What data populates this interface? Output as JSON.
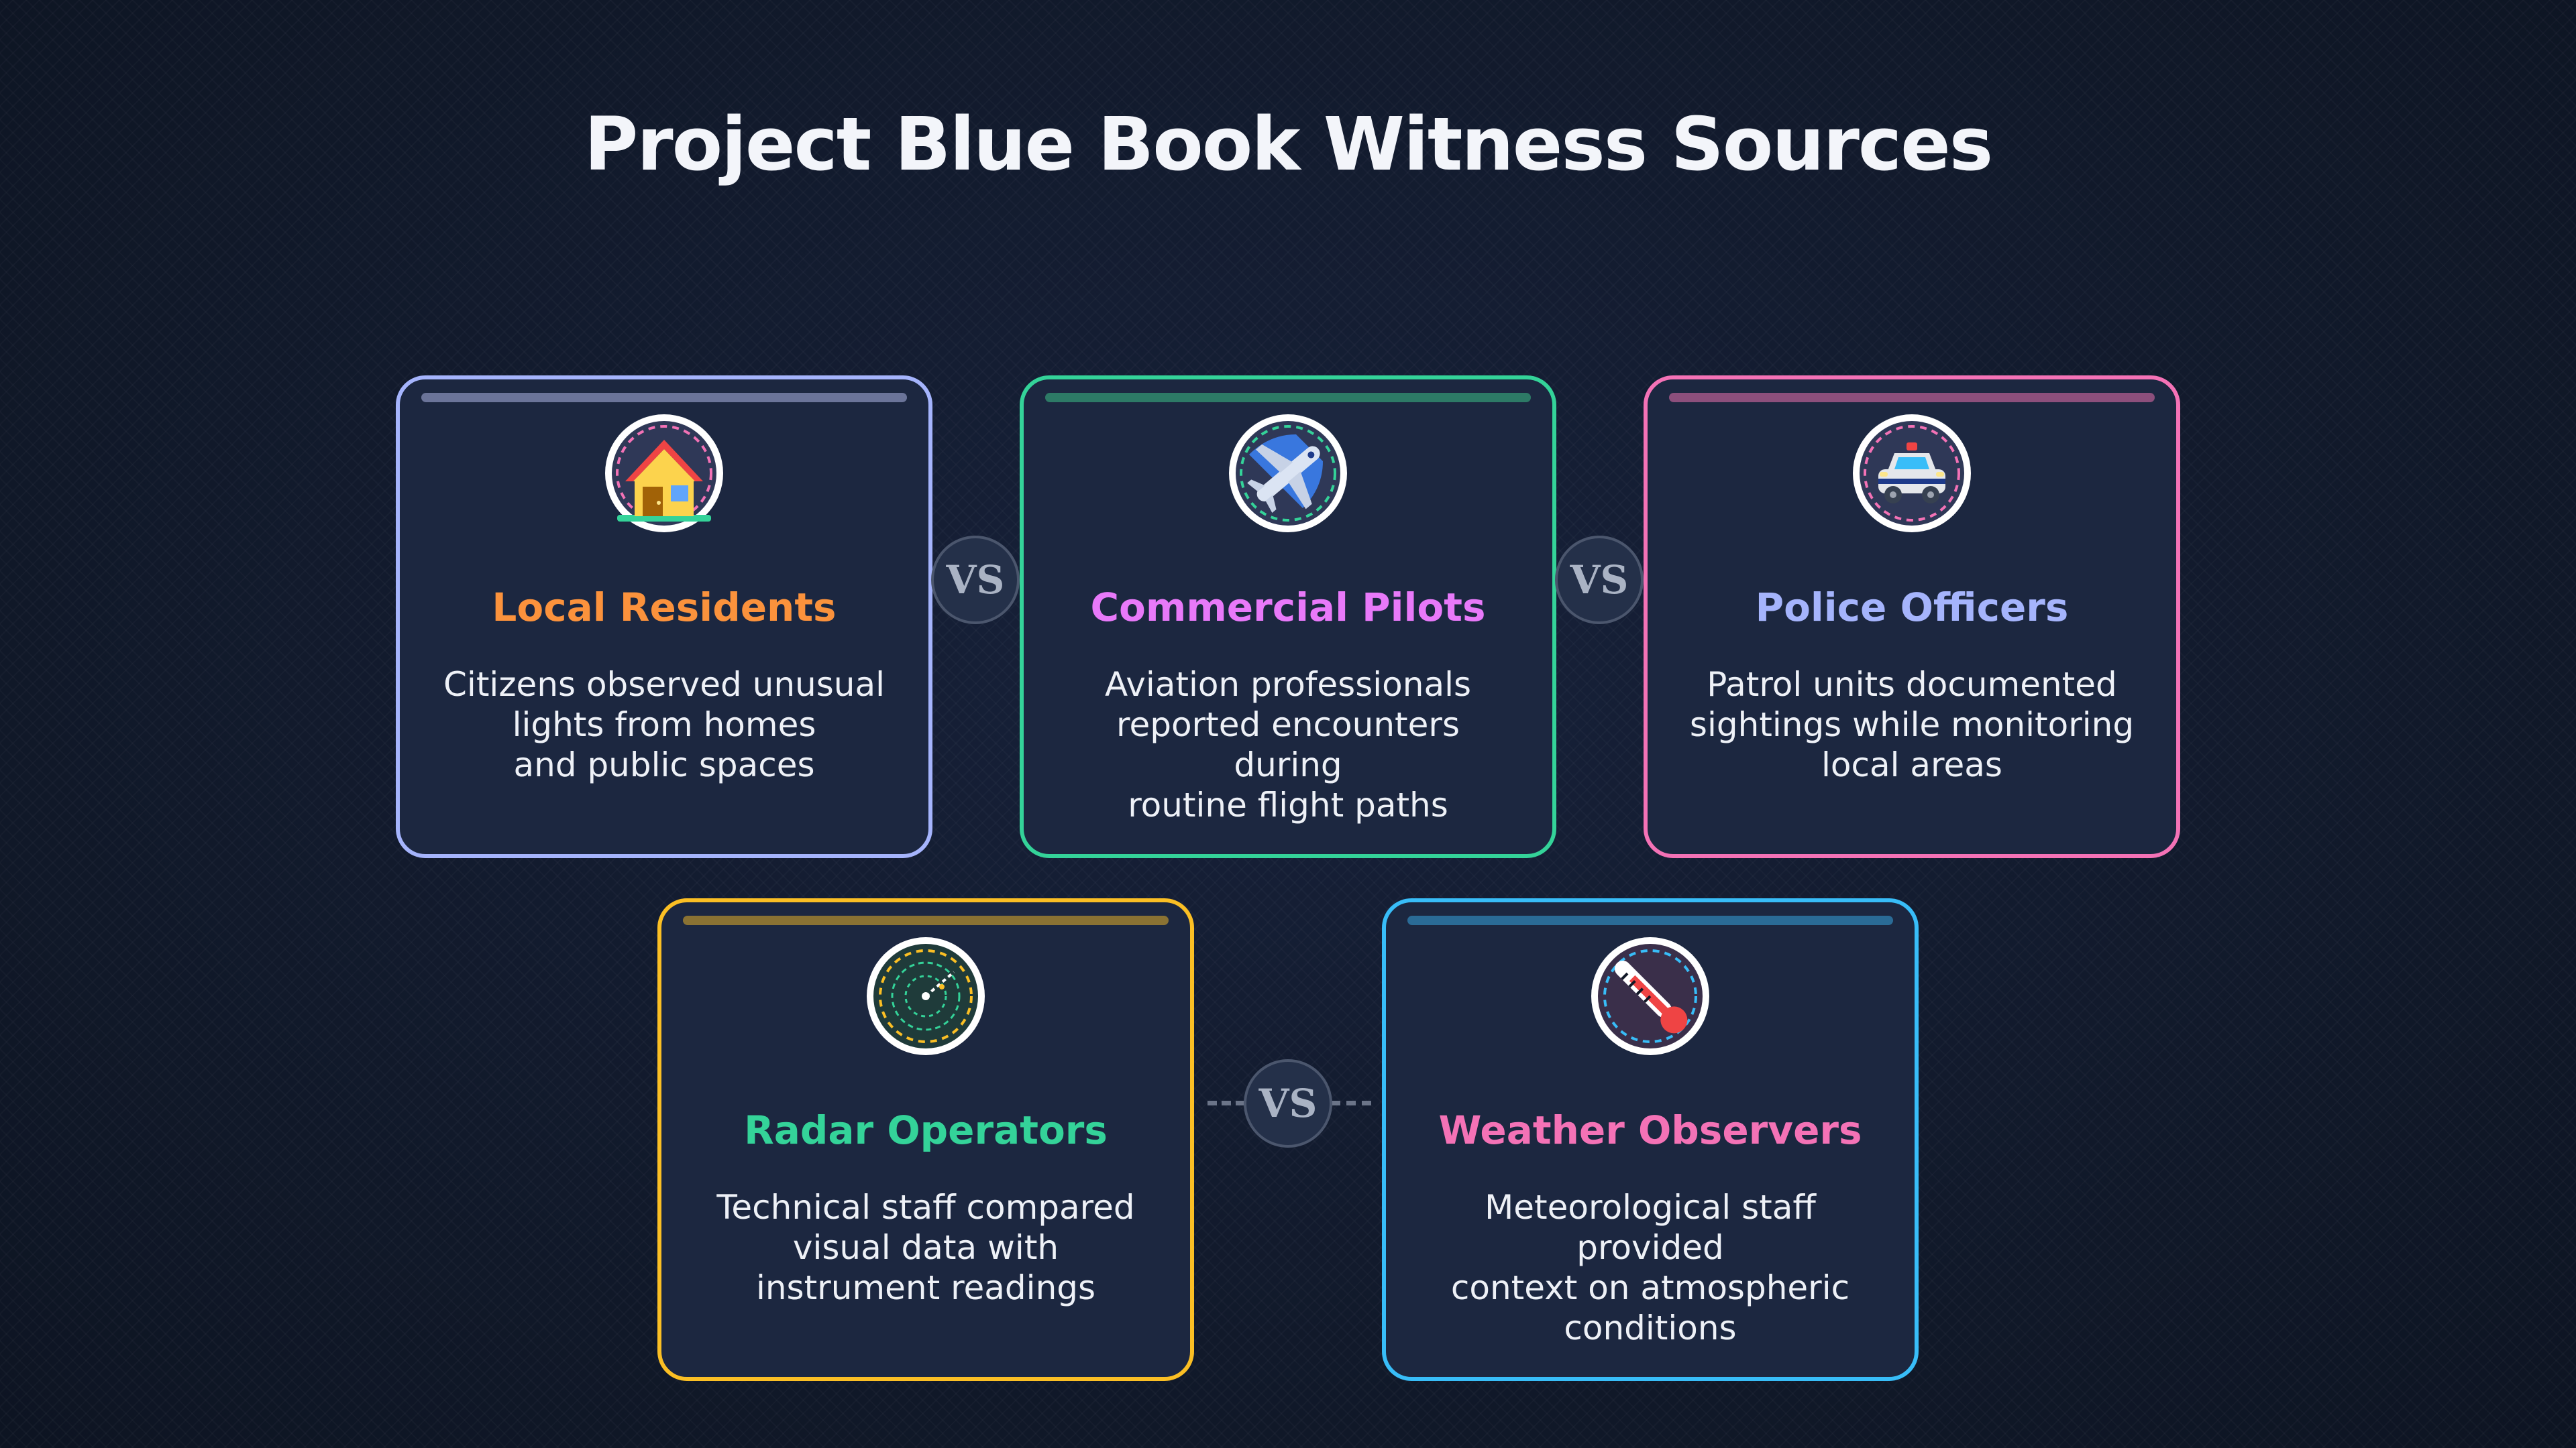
{
  "title": "Project Blue Book Witness Sources",
  "vs_label": "VS",
  "cards": [
    {
      "name": "Local Residents",
      "desc_lines": [
        "Citizens observed unusual",
        "lights from homes",
        "and public spaces"
      ],
      "icon": "house-icon",
      "border_color": "#a5b4fc",
      "bar_color": "#6b7499",
      "title_color": "#fb923c"
    },
    {
      "name": "Commercial Pilots",
      "desc_lines": [
        "Aviation professionals",
        "reported encounters during",
        "routine flight paths"
      ],
      "icon": "airplane-icon",
      "border_color": "#34d399",
      "bar_color": "#2d7a66",
      "title_color": "#e879f9"
    },
    {
      "name": "Police Officers",
      "desc_lines": [
        "Patrol units documented",
        "sightings while monitoring",
        "local areas"
      ],
      "icon": "police-car-icon",
      "border_color": "#f472b6",
      "bar_color": "#8c4f7c",
      "title_color": "#a5b4fc"
    },
    {
      "name": "Radar Operators",
      "desc_lines": [
        "Technical staff compared",
        "visual data with",
        "instrument readings"
      ],
      "icon": "radar-icon",
      "border_color": "#fbbf24",
      "bar_color": "#8a7233",
      "title_color": "#34d399"
    },
    {
      "name": "Weather Observers",
      "desc_lines": [
        "Meteorological staff provided",
        "context on atmospheric",
        "conditions"
      ],
      "icon": "thermometer-icon",
      "border_color": "#38bdf8",
      "bar_color": "#2a6b96",
      "title_color": "#f472b6"
    }
  ]
}
